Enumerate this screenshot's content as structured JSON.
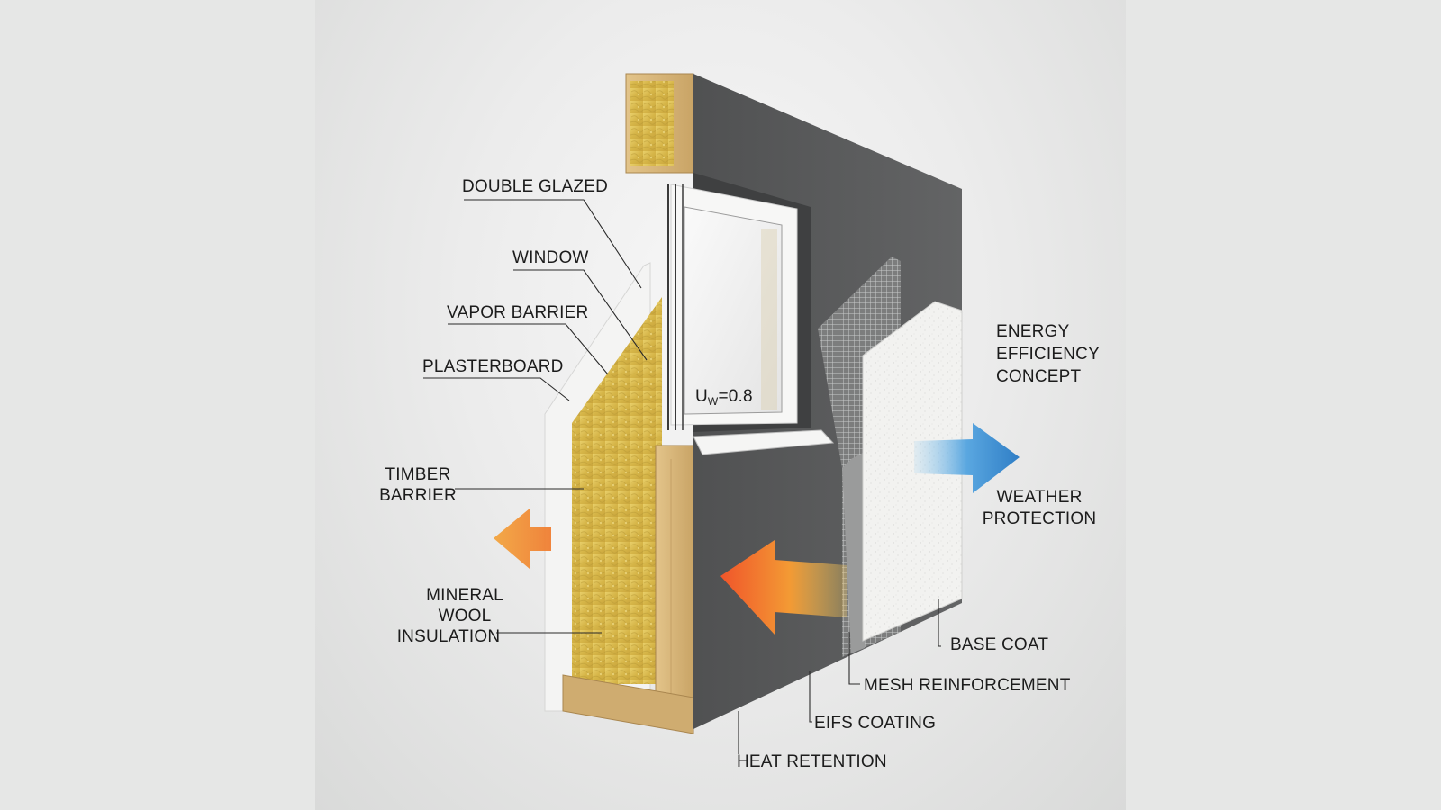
{
  "labels": {
    "double_glazed": "DOUBLE GLAZED",
    "window": "WINDOW",
    "vapor_barrier": "VAPOR BARRIER",
    "plasterboard": "PLASTERBOARD",
    "timber_barrier": [
      "TIMBER",
      "BARRIER"
    ],
    "mineral_wool_insulation": [
      "MINERAL",
      "WOOL",
      "INSULATION"
    ],
    "energy_efficiency_concept": [
      "ENERGY",
      "EFFICIENCY",
      "CONCEPT"
    ],
    "weather_protection": [
      "WEATHER",
      "PROTECTION"
    ],
    "base_coat": "BASE COAT",
    "mesh_reinforcement": "MESH REINFORCEMENT",
    "eifs_coating": "EIFS COATING",
    "heat_retention": "HEAT RETENTION",
    "u_value": {
      "prefix": "U",
      "subscript": "W",
      "value": "=0.8"
    }
  },
  "colors": {
    "insulation": "#d9b94a",
    "render": "#58595a",
    "timber": "#d8b77a",
    "base_coat": "#f1f1ef",
    "heat_arrow_start": "#f0552a",
    "heat_arrow_end": "#f4b03a",
    "cold_arrow": "#3f8bd0"
  }
}
